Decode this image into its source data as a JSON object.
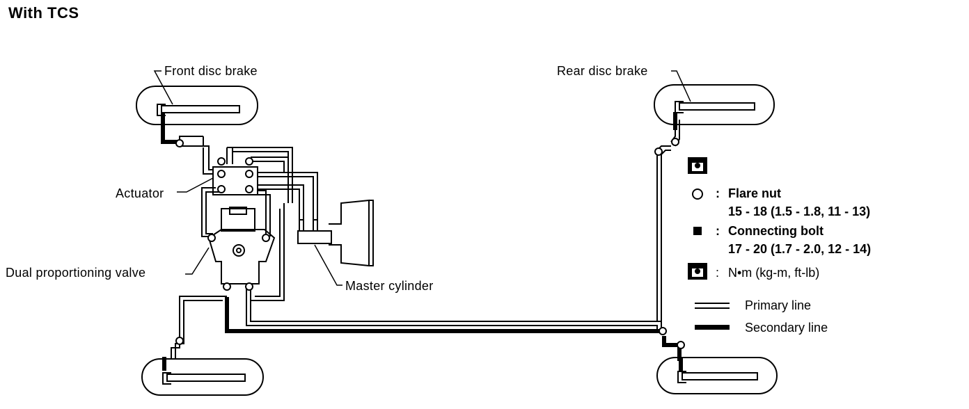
{
  "title": "With TCS",
  "labels": {
    "front_disc_brake": "Front disc brake",
    "rear_disc_brake": "Rear disc brake",
    "actuator": "Actuator",
    "dual_proportioning_valve": "Dual proportioning valve",
    "master_cylinder": "Master cylinder"
  },
  "legend": {
    "flare_nut_label": "Flare nut",
    "flare_nut_torque": "15 - 18 (1.5 - 1.8, 11 - 13)",
    "connecting_bolt_label": "Connecting bolt",
    "connecting_bolt_torque": "17 - 20 (1.7 - 2.0, 12 - 14)",
    "units": "N•m (kg-m, ft-lb)",
    "separator": ":",
    "primary_line": "Primary line",
    "secondary_line": "Secondary line"
  }
}
